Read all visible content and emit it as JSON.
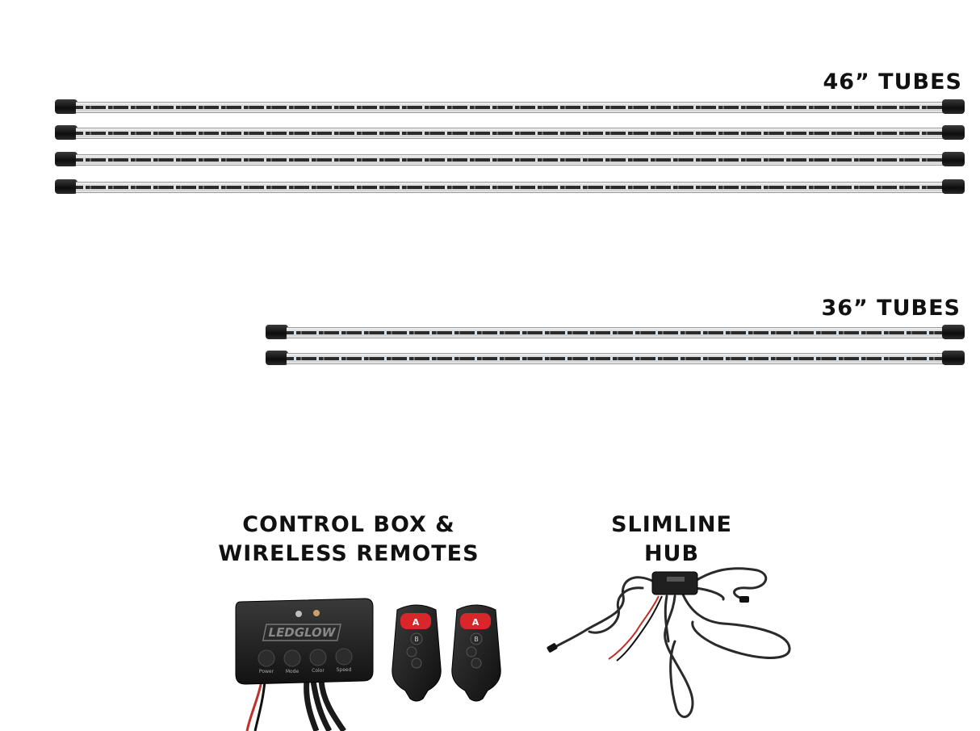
{
  "sections": {
    "tubes_46": {
      "heading": "46” TUBES",
      "count": 4
    },
    "tubes_36": {
      "heading": "36” TUBES",
      "count": 2
    },
    "control": {
      "caption_line1": "CONTROL BOX &",
      "caption_line2": "WIRELESS REMOTES",
      "brand_logo": "LEDGLOW",
      "buttons": [
        "Power",
        "Mode",
        "Color",
        "Speed"
      ],
      "remote_buttons": [
        "A",
        "B"
      ]
    },
    "hub": {
      "caption_line1": "SLIMLINE",
      "caption_line2": "HUB"
    }
  },
  "colors": {
    "text": "#111111",
    "remote_red": "#d8262b",
    "wire_red": "#c0302a",
    "device_black": "#1a1a1a"
  }
}
